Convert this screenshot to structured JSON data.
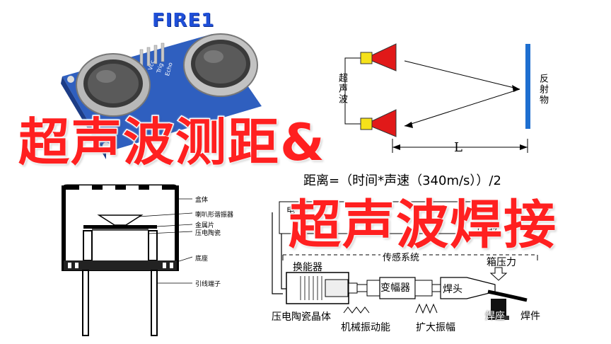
{
  "brand": "FIRE1",
  "title_ranging": "超声波测距&",
  "title_welding": "超声波焊接",
  "formula": "距离=（时间*声速（340m/s））/2",
  "sensor_module": {
    "pins": [
      "Vcc",
      "Trig",
      "Echo"
    ]
  },
  "ranging_diagram": {
    "emitter_label": "超声波",
    "reflector_label": "反射物",
    "distance_label": "L"
  },
  "transducer_diagram": {
    "labels": [
      "盒体",
      "喇叭形谐振器",
      "金属片",
      "压电陶瓷",
      "底座",
      "引线端子"
    ]
  },
  "welding_diagram": {
    "partial_labels": [
      "电",
      "0 Hz"
    ],
    "system_label": "传感系统",
    "transducer": "换能器",
    "booster": "变幅器",
    "horn": "焊头",
    "pressure": "箱压力",
    "crystal": "压电陶瓷晶体",
    "vibration": "机械振动能",
    "amplify": "扩大振幅",
    "seat": "焊座",
    "workpiece": "焊件"
  },
  "colors": {
    "title": "#ff2020",
    "brand": "#1f4fd8",
    "reflector": "#1e6fd0",
    "emitter_cone": "#e11919",
    "emitter_box": "#f5e11a",
    "sensor_board": "#2d5ec7"
  }
}
